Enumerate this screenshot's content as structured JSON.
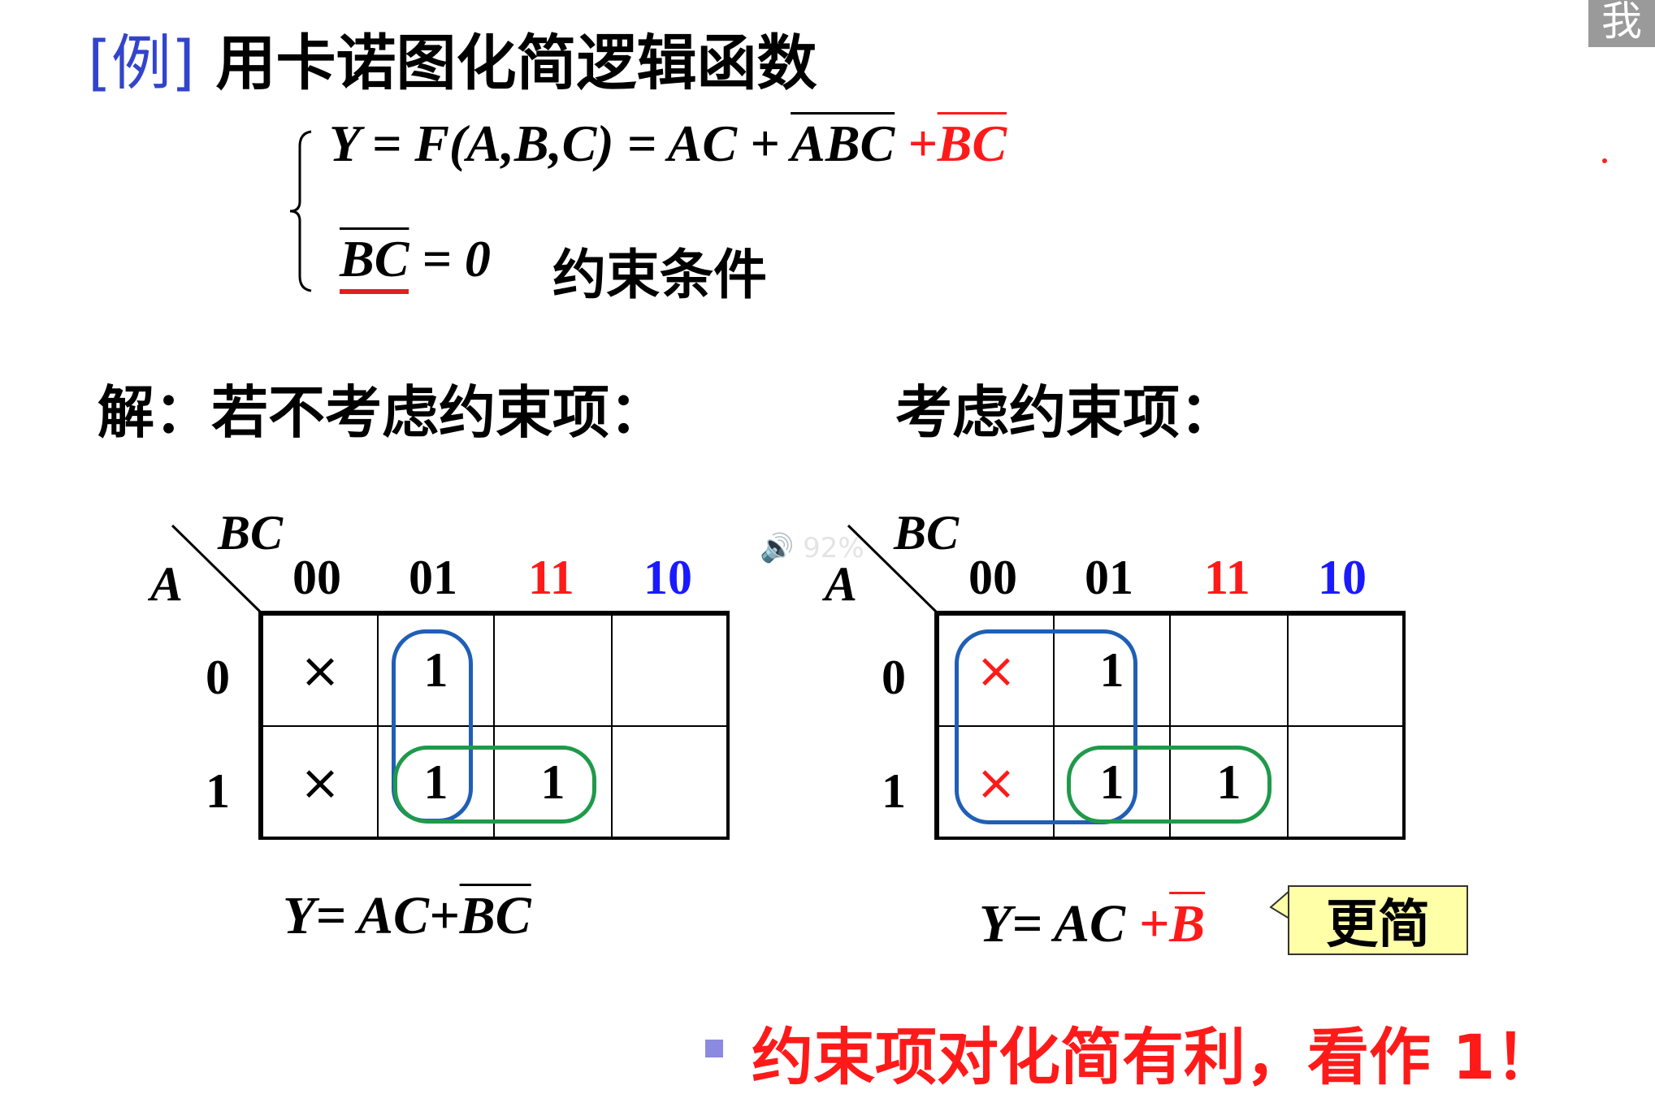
{
  "title": {
    "tag": "[例]",
    "text": "用卡诺图化简逻辑函数"
  },
  "equation": {
    "line1_lhs": "Y = F(A,B,C) = AC + ",
    "line1_term2": "ABC",
    "line1_plus": " +",
    "line1_term3": "BC",
    "line2_term": "BC",
    "line2_rest": " = 0",
    "constraint_label": "约束条件"
  },
  "sections": {
    "left": "解：若不考虑约束项：",
    "right": "考虑约束项："
  },
  "kmaps": [
    {
      "col_var": "BC",
      "row_var": "A",
      "col_labels": [
        "00",
        "01",
        "11",
        "10"
      ],
      "row_labels": [
        "0",
        "1"
      ],
      "cells": [
        [
          "×",
          "1",
          "",
          ""
        ],
        [
          "×",
          "1",
          "1",
          ""
        ]
      ],
      "result_prefix": "Y= AC+",
      "result_term": "BC"
    },
    {
      "col_var": "BC",
      "row_var": "A",
      "col_labels": [
        "00",
        "01",
        "11",
        "10"
      ],
      "row_labels": [
        "0",
        "1"
      ],
      "cells": [
        [
          "×",
          "1",
          "",
          ""
        ],
        [
          "×",
          "1",
          "1",
          ""
        ]
      ],
      "result_prefix": "Y= AC ",
      "result_plus": "+",
      "result_term": "B"
    }
  ],
  "note": "更简",
  "conclusion": "约束项对化简有利，看作 1！",
  "corner_glyph": "我",
  "watermark": "92%",
  "colors": {
    "red": "#ff1a1a",
    "blue": "#1a1aff",
    "loop_blue": "#1f5fb5",
    "loop_green": "#1f9a4a",
    "note_bg": "#ffffa8"
  }
}
